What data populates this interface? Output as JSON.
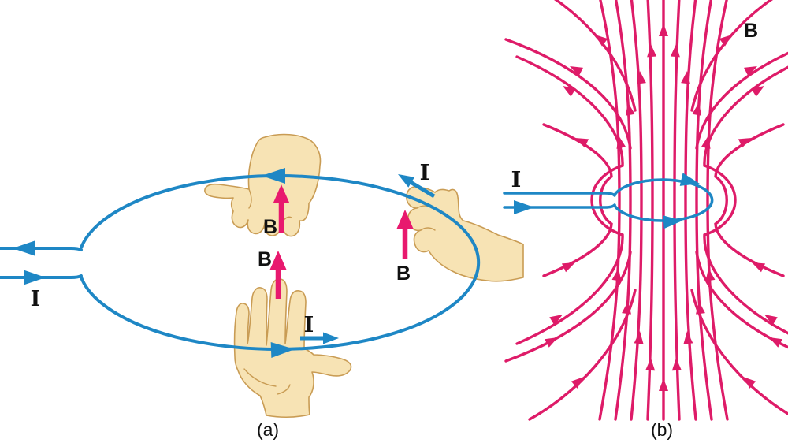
{
  "figure": {
    "captions": {
      "a": "(a)",
      "b": "(b)"
    },
    "panel_a": {
      "lead_current_label": "I",
      "top_hand_field_label": "B",
      "center_field_label": "B",
      "bottom_current_label": "I",
      "right_hand_field_label": "B",
      "right_current_label": "I"
    },
    "panel_b": {
      "current_label": "I",
      "field_label": "B"
    },
    "colors": {
      "wire_blue": "#1e87c5",
      "field_pink": "#de1b68",
      "b_arrow_pink": "#e8196e",
      "skin": "#f7e3b4",
      "skin_outline": "#c99c54",
      "label_text": "#111111"
    }
  }
}
